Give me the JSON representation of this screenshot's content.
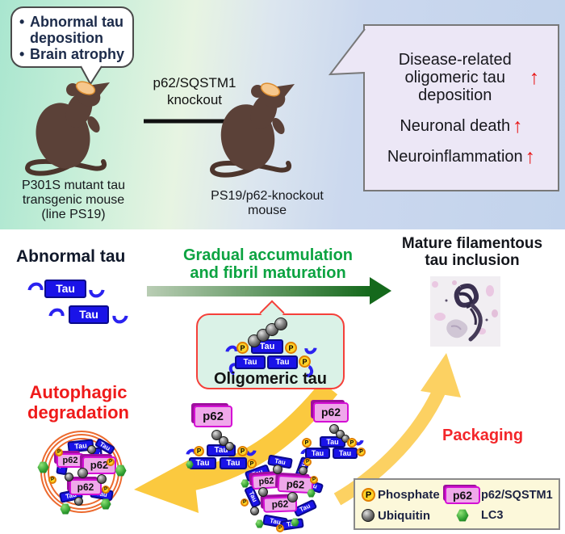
{
  "colors": {
    "top_gradient_left": "#a9e6cf",
    "top_gradient_right": "#c2d3ec",
    "outcome_box_bg": "#ece7f6",
    "oligo_box_bg": "#daf2e7",
    "legend_bg": "#fcf8da",
    "tau_blue": "#1a13e8",
    "p62_magenta": "#d40fd4",
    "arrow_yellow": "#fbc93f",
    "green_text": "#0ca341",
    "red_text": "#ee1c1c",
    "green_arrow_dark": "#15691c"
  },
  "top": {
    "bubble": {
      "bullet": "•",
      "items": [
        "Abnormal tau deposition",
        "Brain atrophy"
      ]
    },
    "arrow_label": [
      "p62/SQSTM1",
      "knockout"
    ],
    "mouse1_caption": [
      "P301S mutant tau",
      "transgenic mouse",
      "(line PS19)"
    ],
    "mouse2_caption": [
      "PS19/p62-knockout",
      "mouse"
    ],
    "outcomes": {
      "items": [
        {
          "text": "Disease-related oligomeric tau deposition",
          "arrow": "↑"
        },
        {
          "text": "Neuronal death",
          "arrow": "↑"
        },
        {
          "text": "Neuroinflammation",
          "arrow": "↑"
        }
      ]
    }
  },
  "bottom": {
    "abnormal_tau_label": "Abnormal tau",
    "process_label": [
      "Gradual accumulation",
      "and fibril maturation"
    ],
    "mature_label": [
      "Mature filamentous",
      "tau inclusion"
    ],
    "oligomeric_label": "Oligomeric tau",
    "autophagic_label": [
      "Autophagic",
      "degradation"
    ],
    "packaging_label": "Packaging"
  },
  "molecules": {
    "tau": "Tau",
    "p62": "p62",
    "phosphate": "P"
  },
  "legend": {
    "phosphate": "Phosphate",
    "p62": "p62/SQSTM1",
    "ubiquitin": "Ubiquitin",
    "lc3": "LC3"
  }
}
